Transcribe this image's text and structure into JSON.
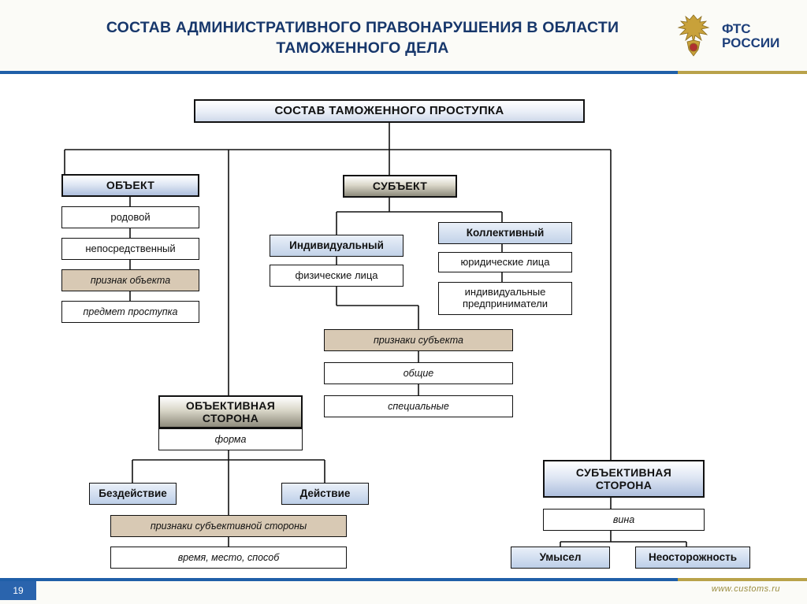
{
  "header": {
    "title": "СОСТАВ АДМИНИСТРАТИВНОГО ПРАВОНАРУШЕНИЯ В ОБЛАСТИ ТАМОЖЕННОГО ДЕЛА",
    "logo_line1": "ФТС",
    "logo_line2": "РОССИИ",
    "logo_icon": "double-headed-eagle-icon"
  },
  "footer": {
    "page_number": "19",
    "site": "www.customs.ru"
  },
  "colors": {
    "title": "#17376b",
    "rule_blue": "#1f5fa8",
    "rule_gold": "#b9a24a",
    "badge": "#2a64ad",
    "beige": "#d8c9b4"
  },
  "diagram": {
    "root": "СОСТАВ ТАМОЖЕННОГО ПРОСТУПКА",
    "object": {
      "title": "ОБЪЕКТ",
      "items": [
        "родовой",
        "непосредственный",
        "признак объекта",
        "предмет проступка"
      ]
    },
    "subject": {
      "title": "СУБЪЕКТ",
      "individual": {
        "title": "Индивидуальный",
        "items": [
          "физические лица"
        ]
      },
      "collective": {
        "title": "Коллективный",
        "items": [
          "юридические лица",
          "индивидуальные предприниматели"
        ]
      },
      "features_title": "признаки субъекта",
      "features": [
        "общие",
        "специальные"
      ]
    },
    "objective_side": {
      "title": "ОБЪЕКТИВНАЯ СТОРОНА",
      "form": "форма",
      "branches": [
        "Бездействие",
        "Действие"
      ],
      "features_title": "признаки субъективной стороны",
      "features": [
        "время, место, способ"
      ]
    },
    "subjective_side": {
      "title": "СУБЪЕКТИВНАЯ СТОРОНА",
      "guilt": "вина",
      "branches": [
        "Умысел",
        "Неосторожность"
      ]
    }
  }
}
